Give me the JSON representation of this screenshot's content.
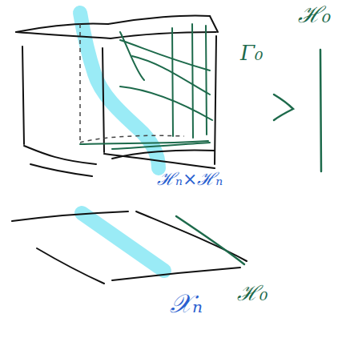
{
  "diagram": {
    "labels": [
      "ℋ₀",
      "Γ₀",
      "ℋₙ×ℋₙ",
      "𝒳ₙ",
      "ℋ₀"
    ]
  }
}
